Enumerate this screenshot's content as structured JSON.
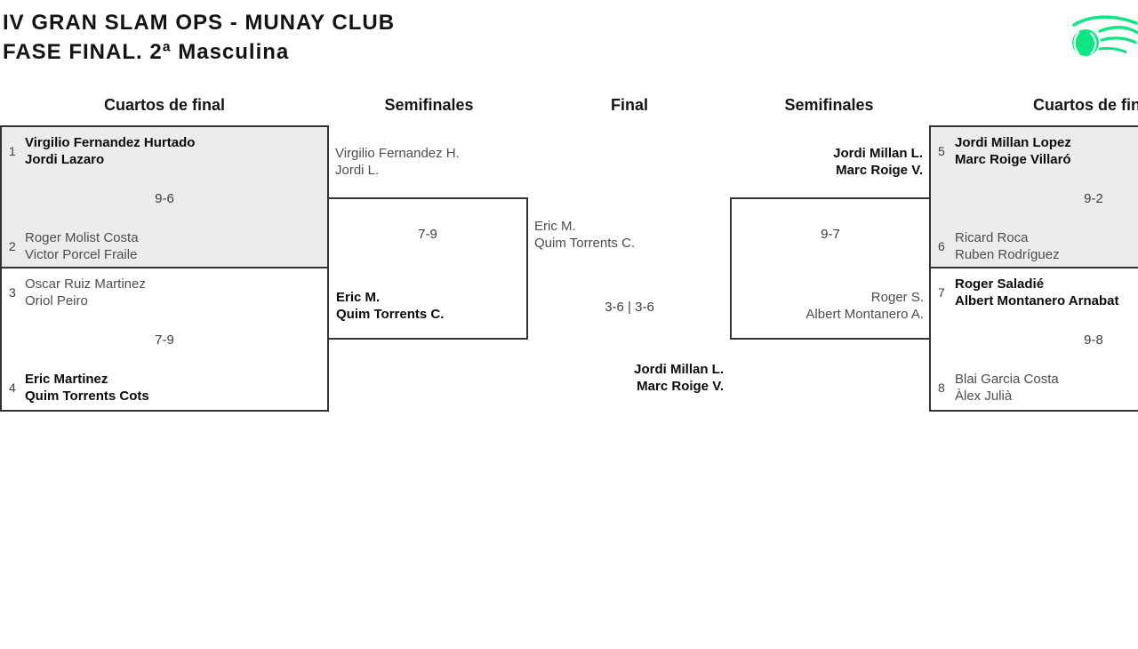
{
  "title": {
    "line1": "IV GRAN SLAM OPS - MUNAY CLUB",
    "line2": "FASE FINAL. 2ª Masculina"
  },
  "logo": {
    "icon": "tennis-ball-comet-icon",
    "color": "#0BE881"
  },
  "headers": {
    "qf_left": "Cuartos de final",
    "sf_left": "Semifinales",
    "final": "Final",
    "sf_right": "Semifinales",
    "qf_right": "Cuartos de final"
  },
  "bracket": {
    "qf_left_top": {
      "seed_top": "1",
      "team_top": [
        "Virgilio Fernandez Hurtado",
        "Jordi Lazaro"
      ],
      "score": "9-6",
      "seed_bottom": "2",
      "team_bottom": [
        "Roger Molist Costa",
        "Victor Porcel Fraile"
      ],
      "winner": "top"
    },
    "qf_left_bottom": {
      "seed_top": "3",
      "team_top": [
        "Oscar Ruiz Martinez",
        "Oriol Peiro"
      ],
      "score": "7-9",
      "seed_bottom": "4",
      "team_bottom": [
        "Eric Martinez",
        "Quim Torrents Cots"
      ],
      "winner": "bottom"
    },
    "sf_left": {
      "team_top": [
        "Virgilio Fernandez H.",
        "Jordi L."
      ],
      "score": "7-9",
      "team_bottom": [
        "Eric M.",
        "Quim Torrents C."
      ],
      "winner": "bottom"
    },
    "final": {
      "team_top": [
        "Eric M.",
        "Quim Torrents C."
      ],
      "score": "3-6 | 3-6",
      "team_bottom": [
        "Jordi Millan L.",
        "Marc Roige V."
      ],
      "winner": "bottom"
    },
    "sf_right": {
      "team_top": [
        "Jordi Millan L.",
        "Marc Roige V."
      ],
      "score": "9-7",
      "team_bottom": [
        "Roger S.",
        "Albert Montanero A."
      ],
      "winner": "top"
    },
    "qf_right_top": {
      "seed_top": "5",
      "team_top": [
        "Jordi Millan Lopez",
        "Marc Roige Villaró"
      ],
      "score": "9-2",
      "seed_bottom": "6",
      "team_bottom": [
        "Ricard Roca",
        "Ruben Rodríguez"
      ],
      "winner": "top"
    },
    "qf_right_bottom": {
      "seed_top": "7",
      "team_top": [
        "Roger Saladié",
        "Albert Montanero Arnabat"
      ],
      "score": "9-8",
      "seed_bottom": "8",
      "team_bottom": [
        "Blai Garcia Costa",
        "Àlex Julià"
      ],
      "winner": "bottom"
    }
  },
  "colors": {
    "accent_green": "#0BE881",
    "shaded_box": "#ECECEC",
    "border": "#333333",
    "winner_text": "#0B0B0B",
    "muted_text": "#4D4D4D"
  }
}
